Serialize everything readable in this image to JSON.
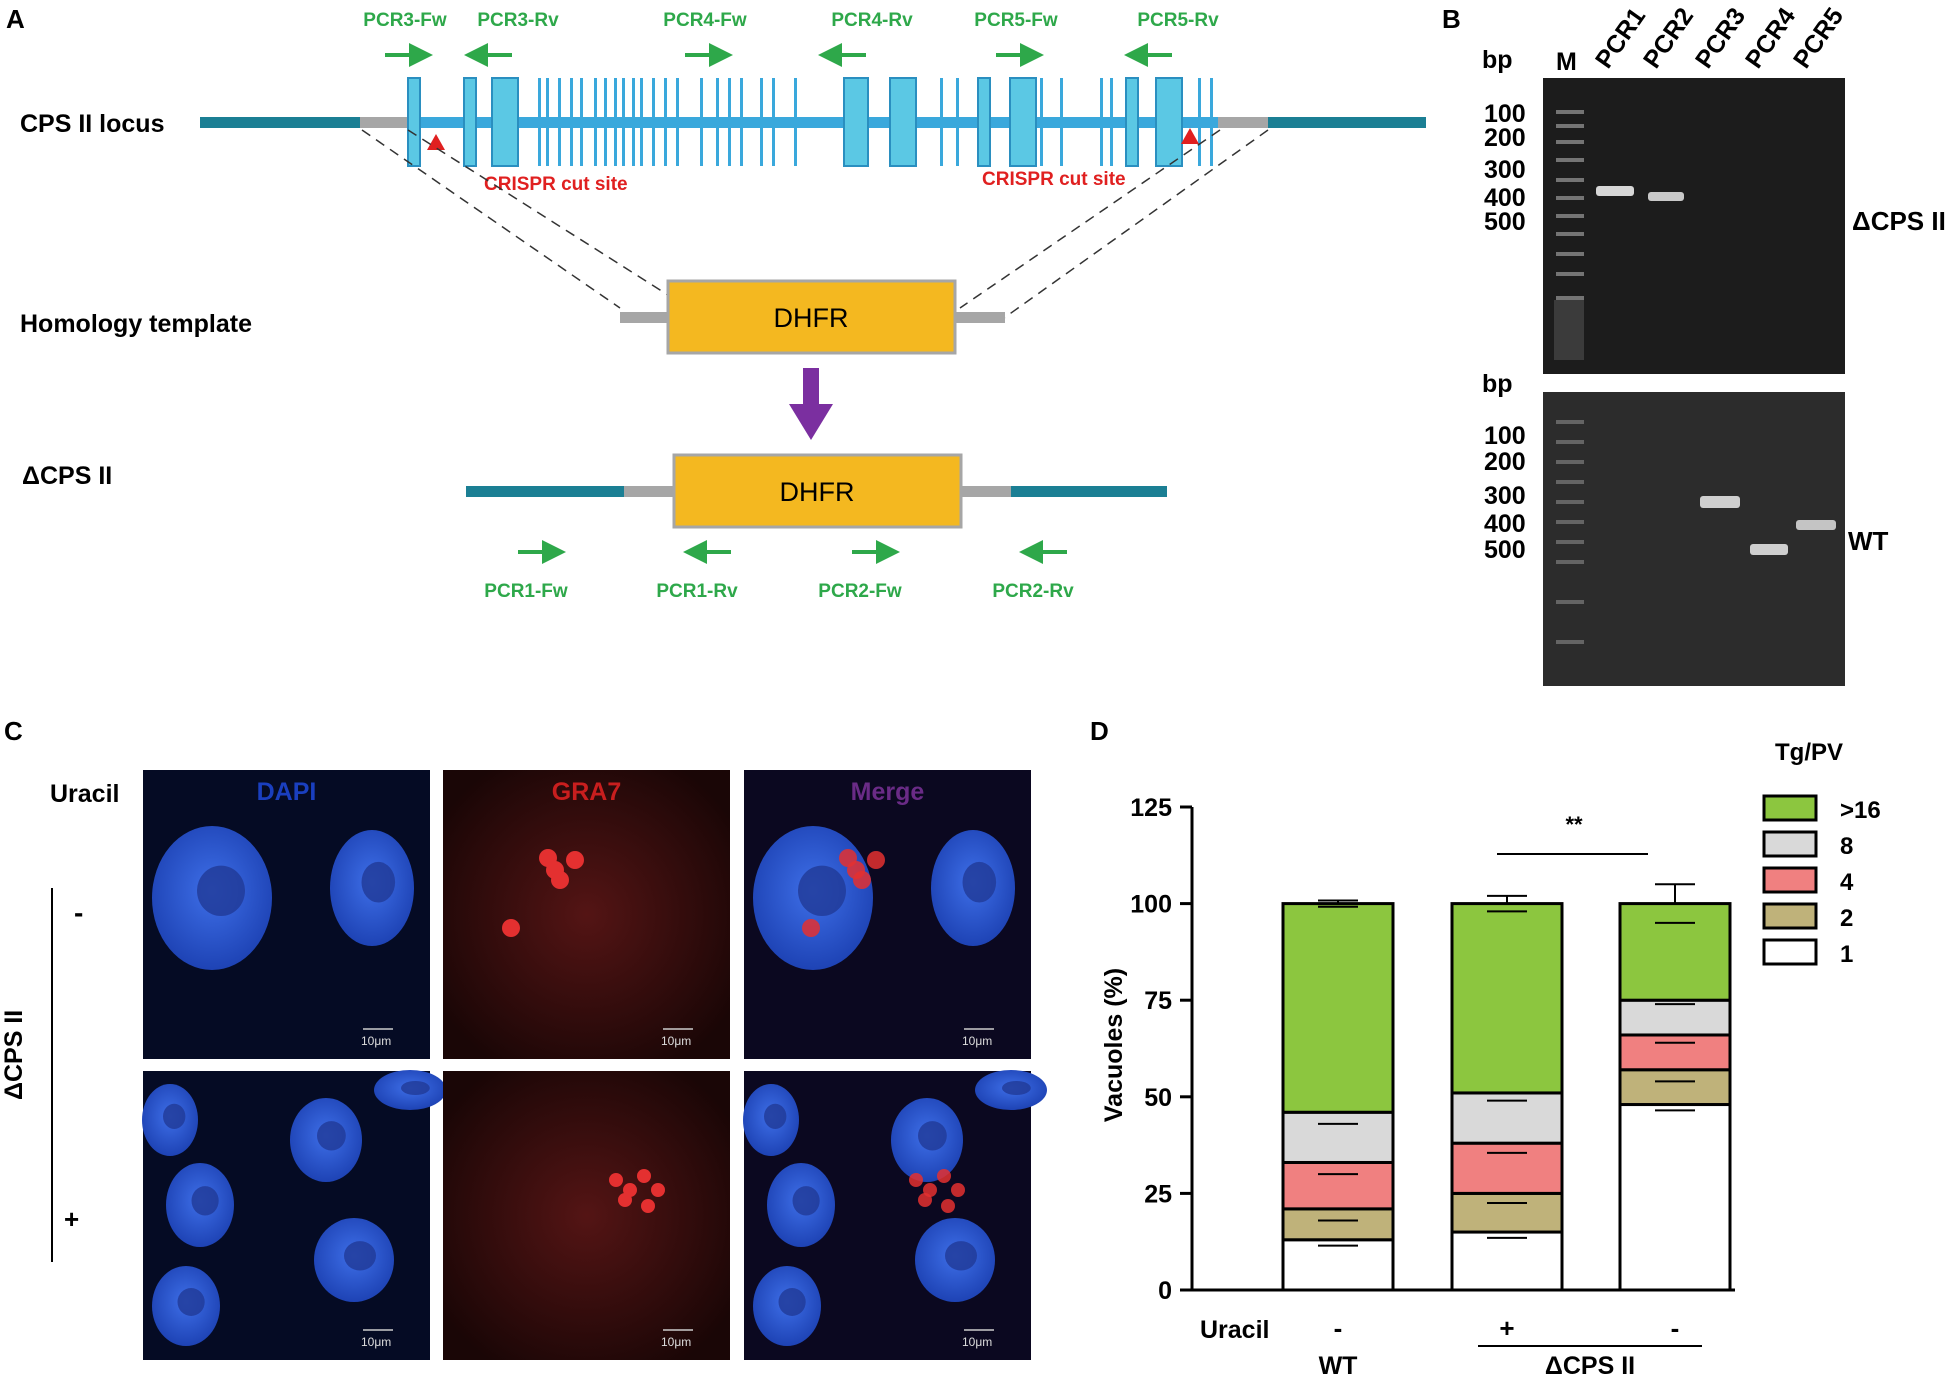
{
  "panel_letters": {
    "a": "A",
    "b": "B",
    "c": "C",
    "d": "D"
  },
  "panel_a": {
    "locus_label": "CPS II locus",
    "template_label": "Homology template",
    "mutant_label": "ΔCPS II",
    "dhfr_top": "DHFR",
    "dhfr_bottom": "DHFR",
    "cut_left": "CRISPR cut site",
    "cut_right": "CRISPR cut site",
    "top_primers": [
      "PCR3-Fw",
      "PCR3-Rv",
      "PCR4-Fw",
      "PCR4-Rv",
      "PCR5-Fw",
      "PCR5-Rv"
    ],
    "bottom_primers": [
      "PCR1-Fw",
      "PCR1-Rv",
      "PCR2-Fw",
      "PCR2-Rv"
    ],
    "colors": {
      "locus_line": "#3aa8dc",
      "exon": "#5bc8e4",
      "flank": "#1b7f94",
      "arm": "#a6a6a6",
      "dhfr": "#f4b820",
      "primer": "#2ea84a",
      "cut": "#e02020",
      "arrow": "#7b2fa0"
    }
  },
  "panel_b": {
    "bp_top": "bp",
    "bp_bottom": "bp",
    "lane_labels": [
      "M",
      "PCR1",
      "PCR2",
      "PCR3",
      "PCR4",
      "PCR5"
    ],
    "ladder_top": [
      "100",
      "200",
      "300",
      "400",
      "500"
    ],
    "ladder_bottom": [
      "100",
      "200",
      "300",
      "400",
      "500"
    ],
    "gel_top_label": "ΔCPS II",
    "gel_bottom_label": "WT"
  },
  "panel_c": {
    "uracil_label": "Uracil",
    "strain_label": "ΔCPS II",
    "minus": "-",
    "plus": "+",
    "channels": [
      "DAPI",
      "GRA7",
      "Merge"
    ],
    "scale": "10μm",
    "channel_colors": [
      "#1a3fbf",
      "#c81e1e",
      "#6a2b86"
    ]
  },
  "chart_data": {
    "type": "bar",
    "stacked": true,
    "categories": [
      "WT",
      "ΔCPS II +",
      "ΔCPS II -"
    ],
    "ylabel": "Vacuoles (%)",
    "ylim": [
      0,
      125
    ],
    "yticks": [
      "0",
      "25",
      "50",
      "75",
      "100",
      "125"
    ],
    "legend_title": "Tg/PV",
    "legend_position": "top-right",
    "series": [
      {
        "name": "1",
        "values": [
          13,
          15,
          48
        ],
        "error": [
          1.5,
          1.5,
          1.5
        ],
        "color": "#ffffff"
      },
      {
        "name": "2",
        "values": [
          8,
          10,
          9
        ],
        "error": [
          3,
          2.5,
          3
        ],
        "color": "#bfb27a"
      },
      {
        "name": "4",
        "values": [
          12,
          13,
          9
        ],
        "error": [
          3,
          2.5,
          2
        ],
        "color": "#f08080"
      },
      {
        "name": "8",
        "values": [
          13,
          13,
          9
        ],
        "error": [
          3,
          2,
          1
        ],
        "color": "#d9d9d9"
      },
      {
        "name": ">16",
        "values": [
          54,
          49,
          25
        ],
        "error": [
          0.8,
          2,
          5
        ],
        "color": "#8cc63f"
      }
    ],
    "uracil_row_label": "Uracil",
    "uracil_values": [
      "-",
      "+",
      "-"
    ],
    "group_labels": [
      "WT",
      "ΔCPS II"
    ],
    "significance": "**"
  }
}
